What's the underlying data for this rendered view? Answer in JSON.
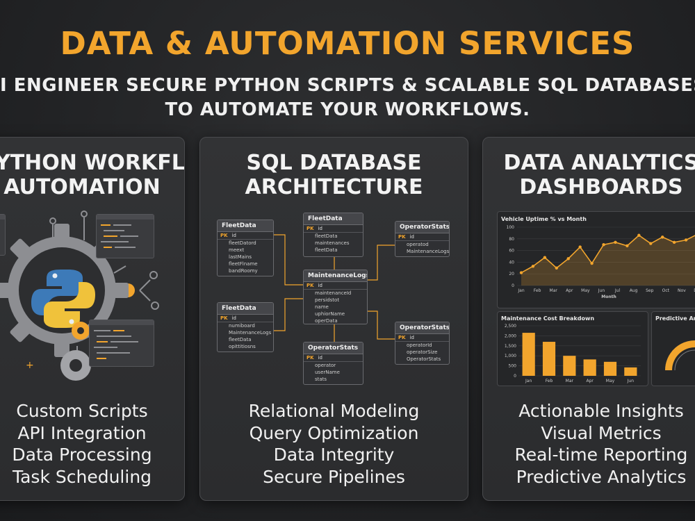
{
  "header": {
    "title": "DATA & AUTOMATION SERVICES",
    "subtitle_line1": "I ENGINEER SECURE PYTHON SCRIPTS & SCALABLE SQL DATABASES",
    "subtitle_line2": "TO AUTOMATE YOUR WORKFLOWS."
  },
  "colors": {
    "accent": "#f2a52d",
    "background": "#232426",
    "panel": "#2f3032",
    "python_blue": "#3d7ab8",
    "python_yellow": "#f0c23b"
  },
  "panels": [
    {
      "title_line1": "PYTHON WORKFLOW",
      "title_line2": "AUTOMATION",
      "features": [
        "Custom Scripts",
        "API Integration",
        "Data Processing",
        "Task Scheduling"
      ],
      "icons": [
        "python-logo-icon",
        "gear-icon",
        "code-window-icon",
        "network-node-icon"
      ]
    },
    {
      "title_line1": "SQL DATABASE",
      "title_line2": "ARCHITECTURE",
      "features": [
        "Relational Modeling",
        "Query Optimization",
        "Data Integrity",
        "Secure Pipelines"
      ]
    },
    {
      "title_line1": "DATA ANALYTICS",
      "title_line2": "DASHBOARDS",
      "features": [
        "Actionable Insights",
        "Visual Metrics",
        "Real-time Reporting",
        "Predictive Analytics"
      ]
    }
  ],
  "schema": {
    "pk_label": "PK",
    "tables": [
      {
        "name": "FleetData",
        "pk": "id",
        "fields": [
          "fleetDatord",
          "meext",
          "lastMains",
          "fleetFlname",
          "bandRoomy"
        ]
      },
      {
        "name": "FleetData",
        "pk": "id",
        "fields": [
          "fleetData",
          "maintenances",
          "fleetData"
        ]
      },
      {
        "name": "OperatorStats",
        "pk": "id",
        "fields": [
          "operatod",
          "MaintenanceLogs"
        ]
      },
      {
        "name": "MaintenanceLogs",
        "pk": "id",
        "fields": [
          "maintenanceId",
          "persidstot",
          "name",
          "uphiorName",
          "operData"
        ]
      },
      {
        "name": "FleetData",
        "pk": "id",
        "fields": [
          "numiboard",
          "MaintenanceLogs",
          "fleetData",
          "opittitiosns"
        ]
      },
      {
        "name": "OperatorStats",
        "pk": "id",
        "fields": [
          "operator",
          "userName",
          "stats"
        ]
      },
      {
        "name": "OperatorStats",
        "pk": "id",
        "fields": [
          "operatorId",
          "operatorSize",
          "OperatorStats"
        ]
      }
    ]
  },
  "chart_data": [
    {
      "type": "area",
      "title": "Vehicle Uptime % vs Month",
      "xlabel": "Month",
      "ylabel": "",
      "categories": [
        "Jan",
        "Feb",
        "Mar",
        "Apr",
        "May",
        "Jun",
        "Jul",
        "Aug",
        "Sep",
        "Oct",
        "Nov",
        "Dec"
      ],
      "ylim": [
        0,
        100
      ],
      "yticks": [
        0,
        20,
        40,
        60,
        80,
        100
      ],
      "series": [
        {
          "values": [
            22,
            33,
            48,
            30,
            46,
            66,
            38,
            70,
            74,
            68,
            86,
            72,
            83,
            74,
            78,
            88
          ]
        }
      ],
      "grid": true
    },
    {
      "type": "bar",
      "title": "Maintenance Cost Breakdown",
      "categories": [
        "Jan",
        "Feb",
        "Mar",
        "Apr",
        "May",
        "Jun"
      ],
      "values": [
        2150,
        1700,
        1000,
        820,
        700,
        420
      ],
      "ylim": [
        0,
        2500
      ],
      "yticks": [
        "0",
        "500",
        "1,000",
        "1,500",
        "2,000",
        "2,500"
      ],
      "grid": true
    },
    {
      "type": "gauge",
      "title": "Predictive Analy",
      "value": 0.55
    }
  ]
}
